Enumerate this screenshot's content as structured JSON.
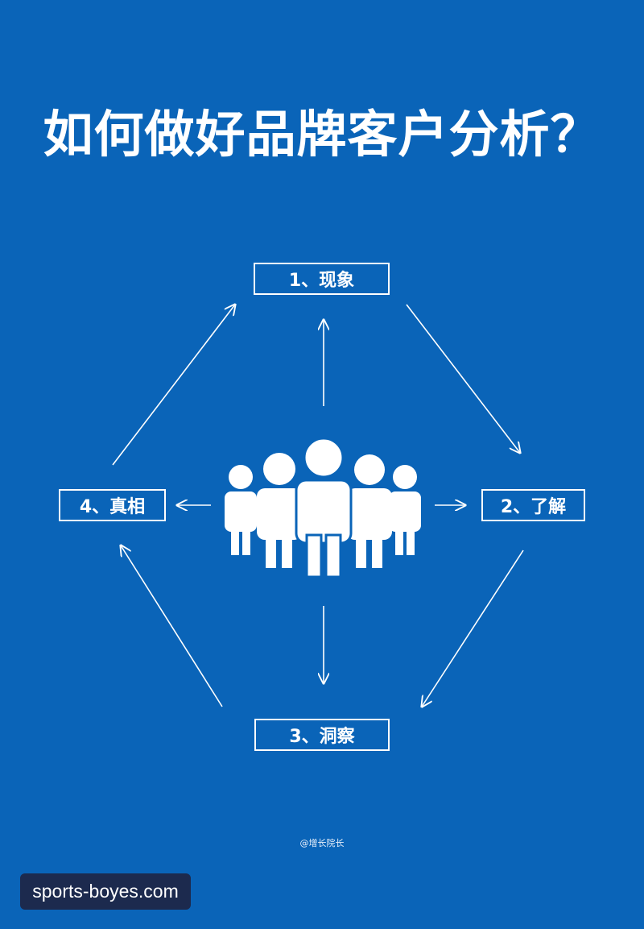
{
  "title": "如何做好品牌客户分析？",
  "steps": [
    {
      "label": "1、现象"
    },
    {
      "label": "2、了解"
    },
    {
      "label": "3、洞察"
    },
    {
      "label": "4、真相"
    }
  ],
  "center_icon": "group-of-people-icon",
  "credit": "@增长院长",
  "watermark": "sports-boyes.com",
  "colors": {
    "background": "#0a64b8",
    "foreground": "#ffffff",
    "watermark_bg": "#1c2a4e"
  }
}
